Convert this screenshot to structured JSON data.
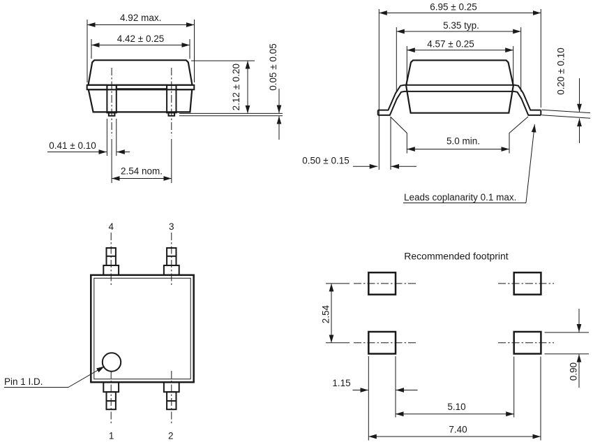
{
  "drawing": {
    "ink_color": "#1a1a1a",
    "front_view": {
      "overall_width": "4.92 max.",
      "body_width": "4.42 ± 0.25",
      "height": "2.12 ± 0.20",
      "standoff": "0.05 ± 0.05",
      "lead_width": "0.41 ± 0.10",
      "lead_pitch": "2.54 nom."
    },
    "side_view": {
      "overall_length": "6.95 ± 0.25",
      "lead_span": "5.35 typ.",
      "body_length": "4.57 ± 0.25",
      "lead_thickness": "0.20 ± 0.10",
      "bottom_clearance": "5.0 min.",
      "foot_length": "0.50 ± 0.15",
      "coplanarity_note": "Leads coplanarity 0.1 max."
    },
    "top_view": {
      "pin_top_left": "4",
      "pin_top_right": "3",
      "pin_bottom_left": "1",
      "pin_bottom_right": "2",
      "pin1_label": "Pin 1 I.D."
    },
    "footprint": {
      "title": "Recommended footprint",
      "pad_pitch_y": "2.54",
      "pad_width": "1.15",
      "pad_height": "0.90",
      "pad_gap_x": "5.10",
      "pad_span_x": "7.40"
    }
  }
}
